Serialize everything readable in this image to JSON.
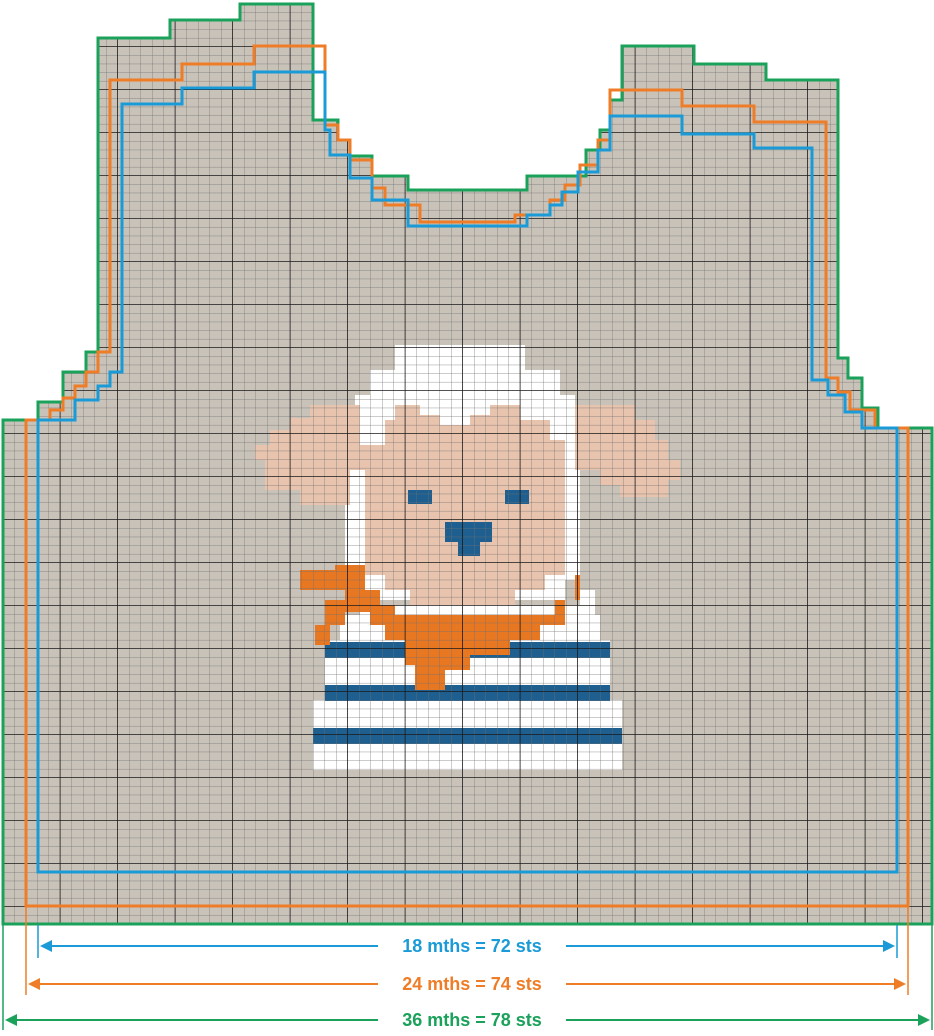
{
  "colors": {
    "background": "#c8c2b9",
    "white": "#ffffff",
    "ear_skin": "#e8c3ad",
    "navy": "#1e5f8f",
    "orange": "#e87722",
    "grid_fine": "#6f6f6f",
    "grid_major": "#1a1a1a",
    "size_18": "#1a9bd7",
    "size_24": "#ef7d27",
    "size_36": "#1aa15a"
  },
  "sizes": [
    {
      "id": "18m",
      "label": "18 mths = 72 sts",
      "color": "#1a9bd7"
    },
    {
      "id": "24m",
      "label": "24 mths = 74 sts",
      "color": "#ef7d27"
    },
    {
      "id": "36m",
      "label": "36 mths = 78 sts",
      "color": "#1aa15a"
    }
  ]
}
